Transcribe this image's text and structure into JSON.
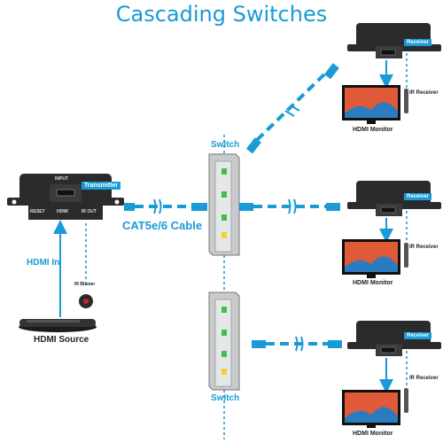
{
  "title": "Cascading Switches",
  "transmitter": {
    "tag": "Transmitter",
    "port_reset": "RESET",
    "port_hdmi": "HDMI",
    "port_ir": "IR OUT",
    "port_input": "INPUT"
  },
  "cable_label": "CAT5e/6 Cable",
  "hdmi_in_label": "HDMI In",
  "ir_blaster_label": "IR Blaster",
  "hdmi_source_label": "HDMI Source",
  "switch_top_label": "Switch",
  "switch_bottom_label": "Switch",
  "receivers": [
    {
      "tag": "Receiver",
      "ir_label": "IR Receiver",
      "monitor_label": "HDMI Monitor"
    },
    {
      "tag": "Receiver",
      "ir_label": "IR Receiver",
      "monitor_label": "HDMI Monitor"
    },
    {
      "tag": "Receiver",
      "ir_label": "IR Receiver",
      "monitor_label": "HDMI Monitor"
    }
  ],
  "colors": {
    "accent": "#1a9ad6",
    "device": "#2b2b2b",
    "switch_body": "#d9dadc",
    "led_green": "#3cc24a",
    "led_yellow": "#f0d23a"
  }
}
